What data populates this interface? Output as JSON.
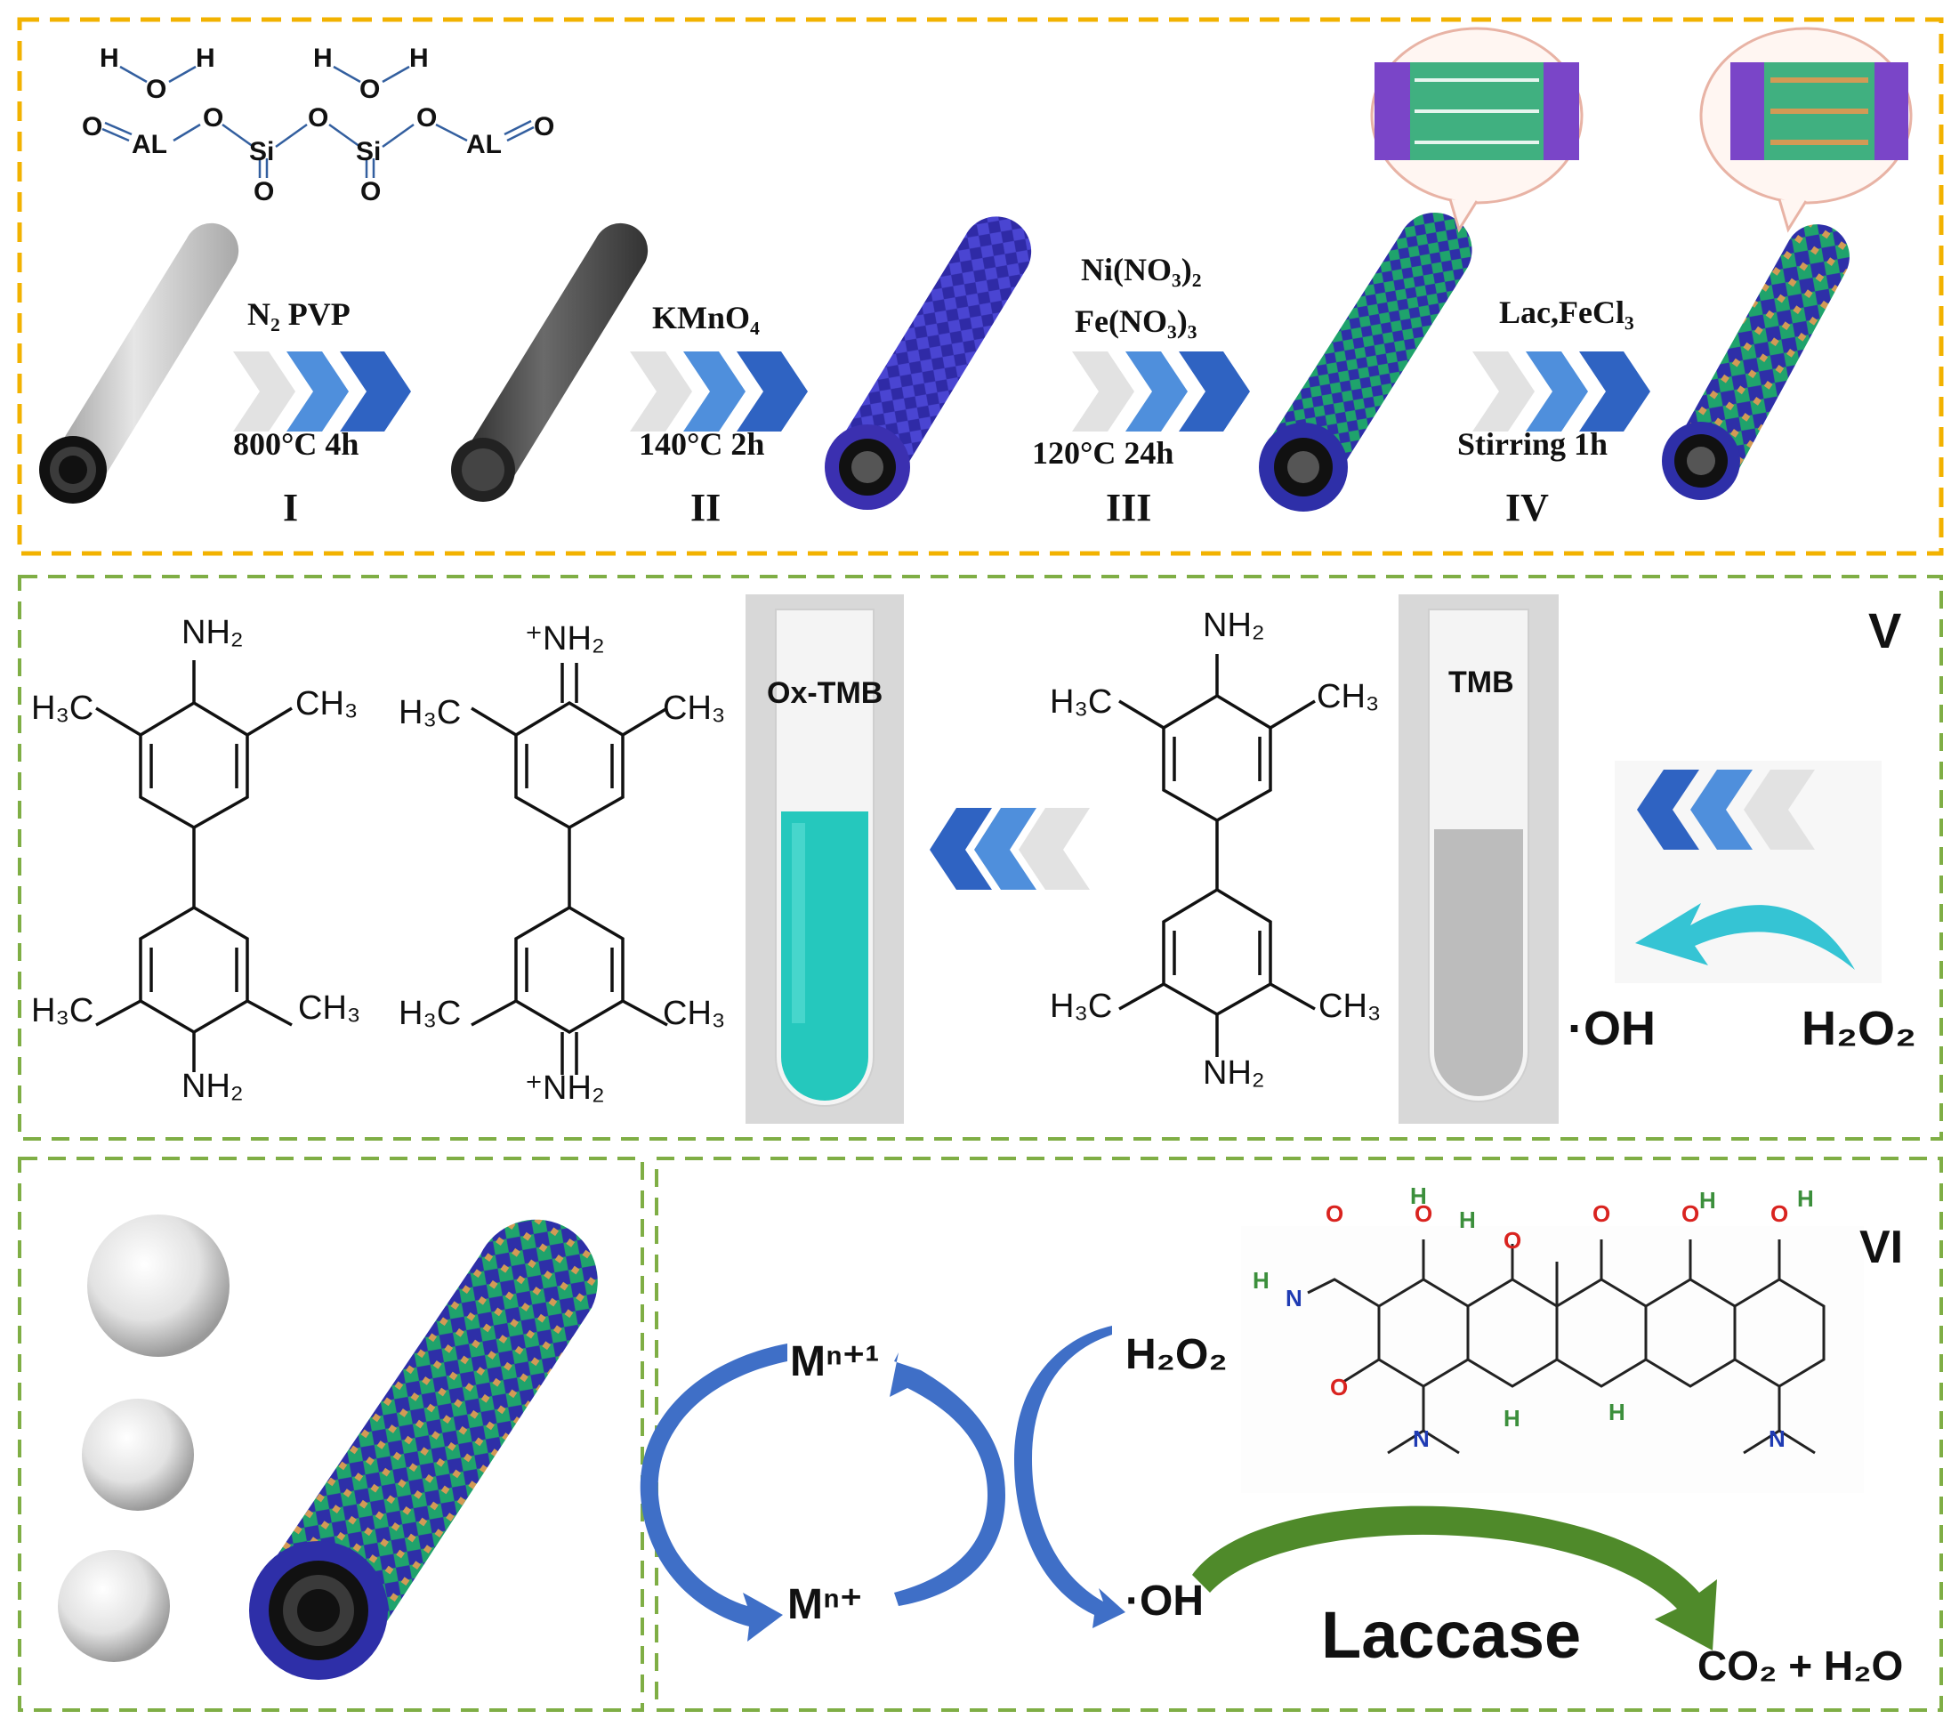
{
  "colors": {
    "panel1_border": "#f2b200",
    "panel_border": "#7fae45",
    "arrow_dark": "#2f63c2",
    "arrow_mid": "#4f8fdc",
    "arrow_light": "#d9d9d9",
    "ox_tmb_liquid": "#25c8bd",
    "tmb_liquid": "#bcbcbc",
    "nanotube_purple": "#3b2fb0",
    "ldh_green": "#1f9b6a",
    "laccase_orange": "#d39a55",
    "cycle_arrow": "#3f6fc7",
    "laccase_arrow": "#4f8a2a",
    "oxygen_red": "#d9231f",
    "nitrogen_blue": "#1f3bb3",
    "hydrogen_green": "#3c8f3c"
  },
  "panel1": {
    "molecule": {
      "water_left": [
        "H",
        "O",
        "H"
      ],
      "water_right": [
        "H",
        "O",
        "H"
      ],
      "chain": [
        "O",
        "AL",
        "O",
        "Si",
        "O",
        "Si",
        "O",
        "AL",
        "O"
      ],
      "chain_below": [
        "O",
        "O"
      ]
    },
    "steps": [
      {
        "above": "N₂ PVP",
        "below": "800°C 4h",
        "numeral": "I"
      },
      {
        "above": "KMnO₄",
        "below": "140°C 2h",
        "numeral": "II"
      },
      {
        "above_line1": "Ni(NO₃)₂",
        "above_line2": "Fe(NO₃)₃",
        "below": "120°C 24h",
        "numeral": "III"
      },
      {
        "above": "Lac,FeCl₃",
        "below": "Stirring 1h",
        "numeral": "IV"
      }
    ]
  },
  "panel2": {
    "label": "V",
    "tmb_reduced": {
      "top": "NH₂",
      "bottom": "NH₂",
      "tl": "H₃C",
      "tr": "CH₃",
      "bl": "H₃C",
      "br": "CH₃"
    },
    "tmb_oxidized": {
      "top": "⁺NH₂",
      "bottom": "⁺NH₂",
      "tl": "H₃C",
      "tr": "CH₃",
      "bl": "H₃C",
      "br": "CH₃"
    },
    "tmb_substrate": {
      "top": "NH₂",
      "bottom": "NH₂",
      "tl": "H₃C",
      "tr": "CH₃",
      "bl": "H₃C",
      "br": "CH₃"
    },
    "tube_oxidized_label": "Ox-TMB",
    "tube_reduced_label": "TMB",
    "radical": "·OH",
    "peroxide": "H₂O₂"
  },
  "panel3": {
    "label": "VI",
    "cycle": {
      "upper": "Mⁿ⁺¹",
      "lower": "Mⁿ⁺",
      "peroxide": "H₂O₂",
      "radical": "·OH"
    },
    "enzyme": "Laccase",
    "products": "CO₂ + H₂O",
    "tetracycline_atoms": {
      "o": "O",
      "h": "H",
      "n": "N"
    }
  }
}
